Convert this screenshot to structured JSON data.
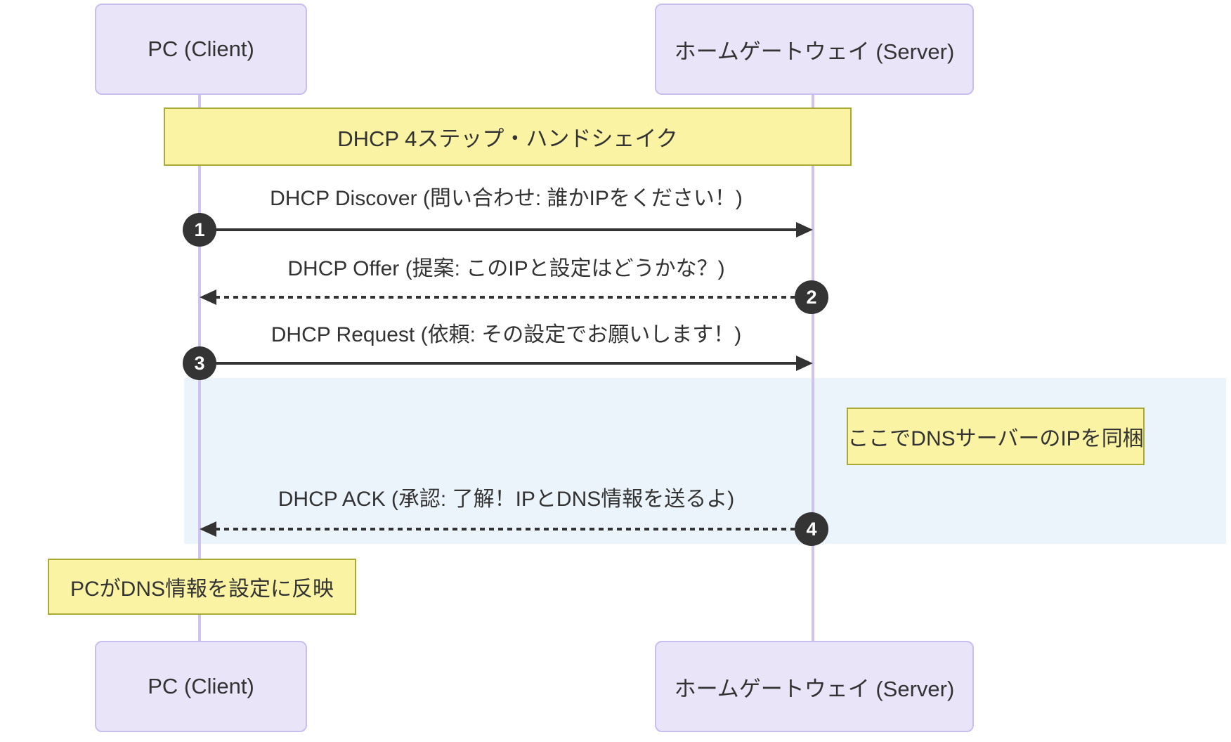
{
  "diagram": {
    "type": "sequence",
    "title": "DHCP 4ステップ・ハンドシェイク",
    "actors": {
      "client": {
        "label": "PC (Client)"
      },
      "server": {
        "label": "ホームゲートウェイ (Server)"
      }
    },
    "messages": [
      {
        "seq": "1",
        "label": "DHCP Discover (問い合わせ: 誰かIPをください！)",
        "from": "client",
        "to": "server",
        "line": "solid"
      },
      {
        "seq": "2",
        "label": "DHCP Offer (提案: このIPと設定はどうかな？)",
        "from": "server",
        "to": "client",
        "line": "dotted"
      },
      {
        "seq": "3",
        "label": "DHCP Request (依頼: その設定でお願いします！)",
        "from": "client",
        "to": "server",
        "line": "solid"
      },
      {
        "seq": "4",
        "label": "DHCP ACK (承認: 了解！IPとDNS情報を送るよ)",
        "from": "server",
        "to": "client",
        "line": "dotted"
      }
    ],
    "notes": {
      "server_note": "ここでDNSサーバーのIPを同梱",
      "client_note": "PCがDNS情報を設定に反映"
    },
    "colors": {
      "actor_fill": "#e9e4f8",
      "actor_border": "#c9bfee",
      "lifeline": "#cfc2ef",
      "note_fill": "#faf3a3",
      "note_border": "#a9a936",
      "highlight_fill": "#ecf4fb",
      "ink": "#333333",
      "seq_badge_fill": "#343434",
      "seq_badge_text": "#ffffff"
    }
  }
}
